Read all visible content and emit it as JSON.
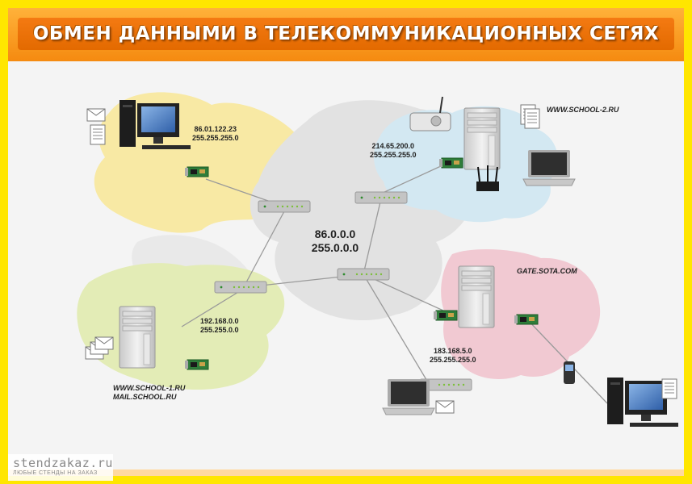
{
  "title": "ОБМЕН ДАННЫМИ В ТЕЛЕКОММУНИКАЦИОННЫХ СЕТЯХ",
  "center_network": {
    "ip": "86.0.0.0",
    "mask": "255.0.0.0"
  },
  "networks": [
    {
      "id": "yellow",
      "color": "#f8e9a4",
      "ip": "86.01.122.23",
      "mask": "255.255.255.0"
    },
    {
      "id": "blue",
      "color": "#d3e8f2",
      "ip": "214.65.200.0",
      "mask": "255.255.255.0",
      "host": "WWW.SCHOOL-2.RU"
    },
    {
      "id": "green",
      "color": "#e3ecb6",
      "ip": "192.168.0.0",
      "mask": "255.255.0.0",
      "host_line1": "WWW.SCHOOL-1.RU",
      "host_line2": "MAIL.SCHOOL.RU"
    },
    {
      "id": "pink",
      "color": "#f1c9d2",
      "ip": "183.168.5.0",
      "mask": "255.255.255.0",
      "host": "GATE.SOTA.COM"
    }
  ],
  "watermark": {
    "site": "stendzakaz.ru",
    "tagline": "ЛЮБЫЕ СТЕНДЫ НА ЗАКАЗ"
  },
  "icons": [
    "desktop-computer-icon",
    "server-tower-icon",
    "laptop-icon",
    "wifi-router-icon",
    "network-switch-icon",
    "network-card-icon",
    "document-icon",
    "envelope-icon",
    "mobile-phone-icon"
  ]
}
